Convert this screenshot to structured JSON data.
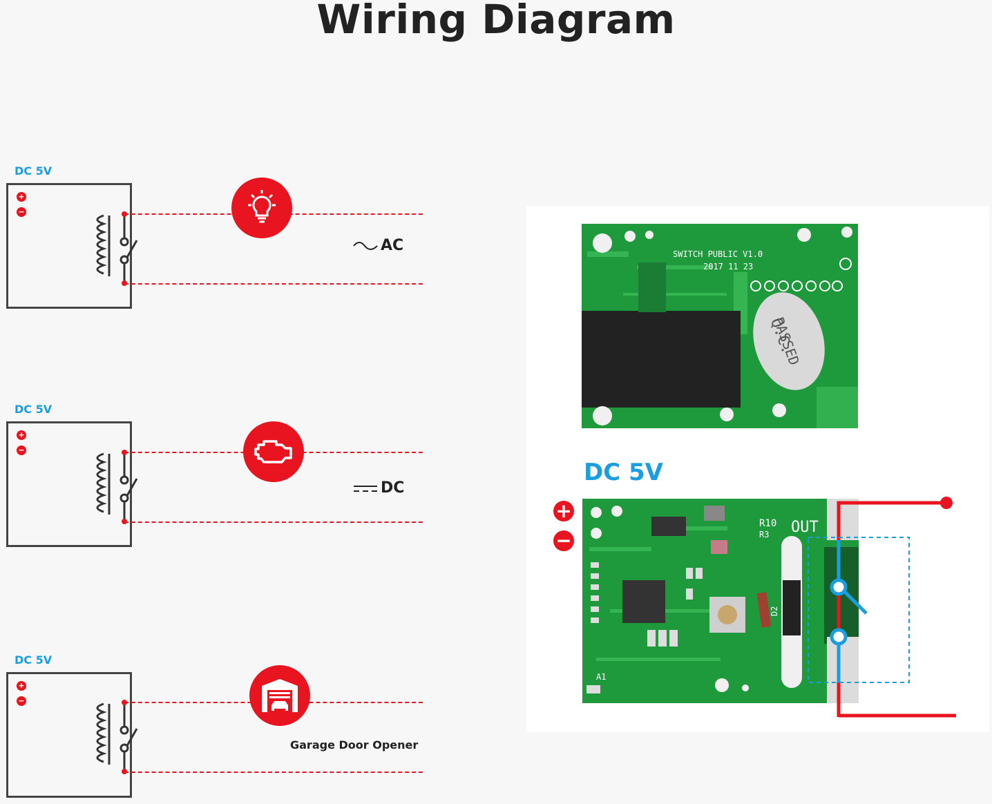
{
  "title": "Wiring Diagram",
  "circuits": [
    {
      "supply_label": "DC 5V",
      "source_label": "AC",
      "device": "light-bulb-icon"
    },
    {
      "supply_label": "DC 5V",
      "source_label": "DC",
      "device": "engine-icon"
    },
    {
      "supply_label": "DC 5V",
      "source_label": "Garage Door Opener",
      "device": "garage-door-icon"
    }
  ],
  "board_top": {
    "silkscreen_1": "SWITCH PUBLIC V1.0",
    "silkscreen_2": "2017 11 23",
    "stamp_line1": "Q.C.",
    "stamp_line2": "PASSED"
  },
  "board_bottom": {
    "supply_label": "DC 5V",
    "out_label": "OUT",
    "silk_r10": "R10",
    "silk_r3": "R3",
    "silk_a1": "A1",
    "silk_d2": "D2"
  },
  "colors": {
    "accent_red": "#e8141f",
    "accent_blue": "#1a9ee0",
    "pcb_green": "#1e9a3c"
  }
}
